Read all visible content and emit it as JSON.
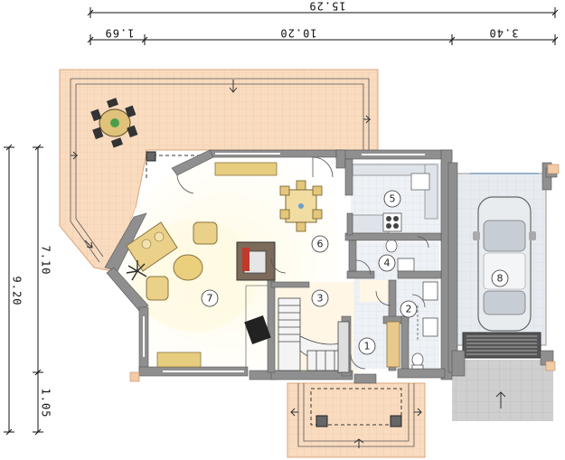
{
  "dimensions": {
    "top_total": "15.29",
    "top_left": "1.69",
    "top_middle": "10.20",
    "top_right": "3.40",
    "left_total": "9.20",
    "left_upper": "7.10",
    "left_lower": "1.05"
  },
  "rooms": [
    {
      "id": "room-1",
      "number": "1"
    },
    {
      "id": "room-2",
      "number": "2"
    },
    {
      "id": "room-3",
      "number": "3"
    },
    {
      "id": "room-4",
      "number": "4"
    },
    {
      "id": "room-5",
      "number": "5"
    },
    {
      "id": "room-6",
      "number": "6"
    },
    {
      "id": "room-7",
      "number": "7"
    },
    {
      "id": "room-8",
      "number": "8"
    }
  ],
  "colors": {
    "terrace": "#f9dcc0",
    "terrace_grid": "#efc9a6",
    "wall": "#8f8f8f",
    "floor_light": "#fffbea",
    "kitchen_floor": "#eef0f4",
    "garage_floor": "#e4e8ee",
    "furniture": "#e9d38a",
    "driveway": "#c9c9c9"
  }
}
